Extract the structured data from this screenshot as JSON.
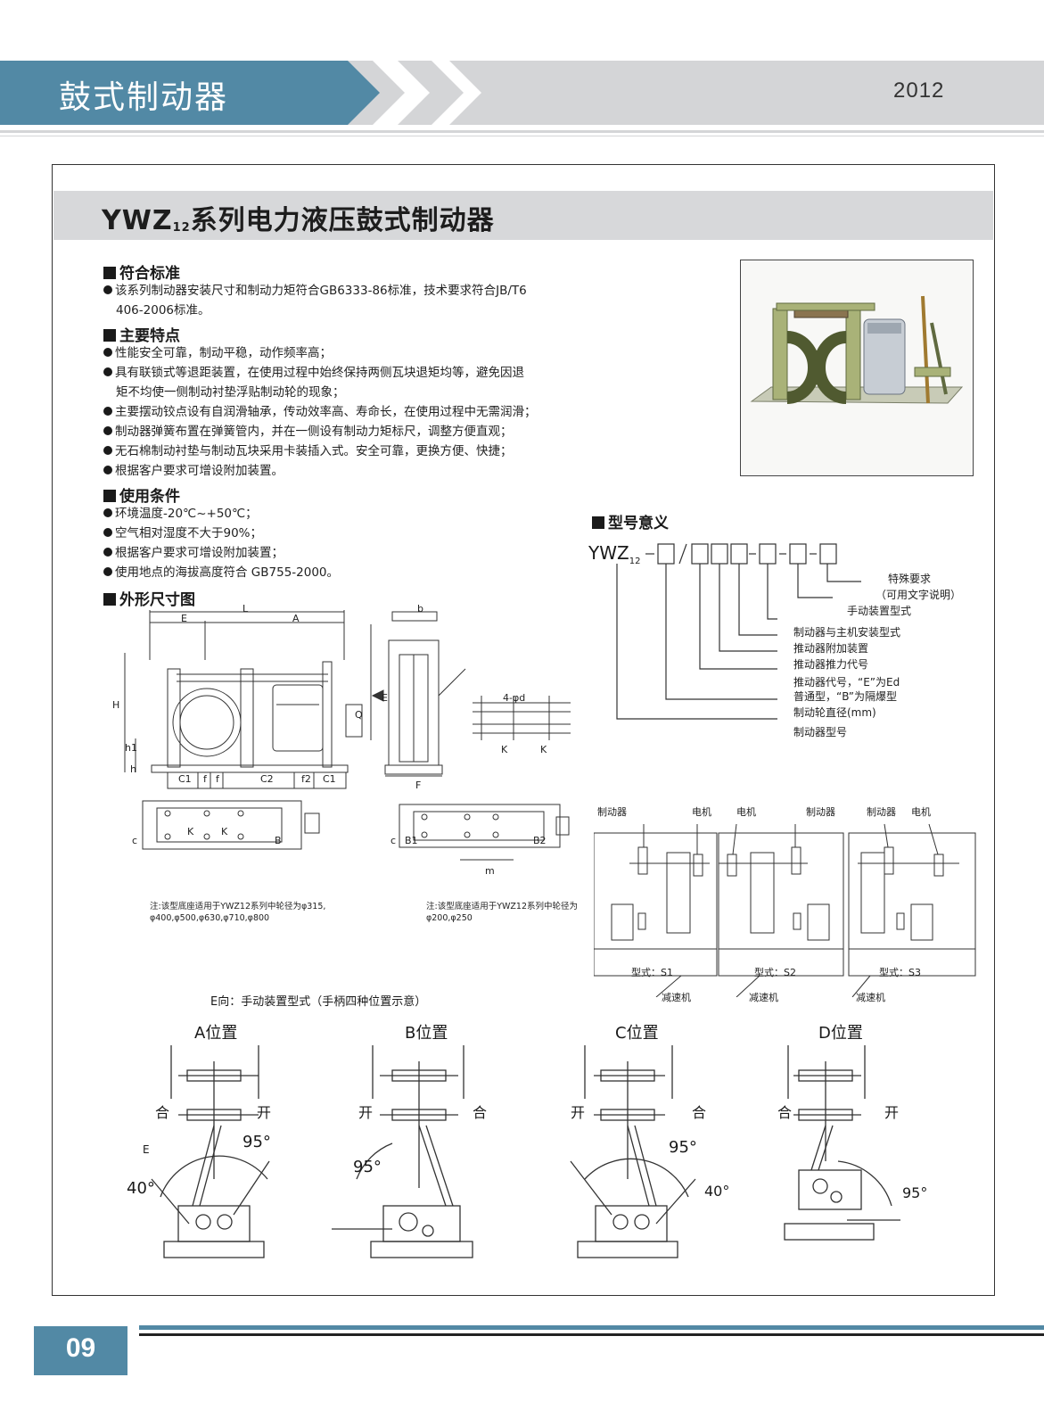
{
  "header": {
    "section_title": "鼓式制动器",
    "year": "2012"
  },
  "title": {
    "prefix": "YWZ",
    "sub": "12",
    "rest": "系列电力液压鼓式制动器"
  },
  "sections": {
    "standard": {
      "heading": "符合标准",
      "items": [
        "该系列制动器安装尺寸和制动力矩符合GB6333-86标准，技术要求符合JB/T6",
        "406-2006标准。"
      ]
    },
    "features": {
      "heading": "主要特点",
      "items": [
        "性能安全可靠，制动平稳，动作频率高；",
        "具有联锁式等退距装置，在使用过程中始终保持两侧瓦块退矩均等，避免因退",
        "矩不均使一侧制动衬垫浮贴制动轮的现象；",
        "主要摆动铰点设有自润滑轴承，传动效率高、寿命长，在使用过程中无需润滑；",
        "制动器弹簧布置在弹簧管内，并在一侧设有制动力矩标尺，调整方便直观；",
        "无石棉制动衬垫与制动瓦块采用卡装插入式。安全可靠，更换方便、快捷；",
        "根据客户要求可增设附加装置。"
      ]
    },
    "conditions": {
      "heading": "使用条件",
      "items": [
        "环境温度-20℃~+50℃；",
        "空气相对湿度不大于90%；",
        "根据客户要求可增设附加装置；",
        "使用地点的海拔高度符合 GB755-2000。"
      ]
    },
    "dimensions": {
      "heading": "外形尺寸图"
    },
    "model": {
      "heading": "型号意义",
      "code_prefix": "YWZ",
      "code_sub": "12",
      "legend": [
        "特殊要求",
        "（可用文字说明）",
        "手动装置型式",
        "制动器与主机安装型式",
        "推动器附加装置",
        "推动器推力代号",
        "推动器代号，“E”为Ed",
        "普通型，“B”为隔爆型",
        "制动轮直径(mm)",
        "制动器型号"
      ]
    }
  },
  "drawing_labels": {
    "main": [
      "E",
      "L",
      "A",
      "b",
      "H",
      "h",
      "h1",
      "Q",
      "C1",
      "f",
      "f",
      "C2",
      "f2",
      "C1",
      "F",
      "K",
      "K",
      "B",
      "c",
      "4-φd",
      "K",
      "K",
      "B1",
      "B2",
      "c",
      "m",
      "E"
    ],
    "note_left": [
      "注:该型底座适用于YWZ12系列中轮径为φ315,",
      "φ400,φ500,φ630,φ710,φ800"
    ],
    "note_right": [
      "注:该型底座适用于YWZ12系列中轮径为",
      "φ200,φ250"
    ]
  },
  "install_types": {
    "top_labels": [
      "制动器",
      "电机",
      "电机",
      "制动器",
      "制动器",
      "电机"
    ],
    "types": [
      "型式：S1",
      "型式：S2",
      "型式：S3"
    ],
    "bottom_labels": [
      "减速机",
      "减速机",
      "减速机"
    ]
  },
  "manual": {
    "caption": "E向：手动装置型式（手柄四种位置示意）",
    "positions": [
      {
        "name": "A位置",
        "left": "合",
        "right": "开",
        "angles": [
          "95°",
          "40°"
        ],
        "extra": "E"
      },
      {
        "name": "B位置",
        "left": "开",
        "right": "合",
        "angles": [
          "95°"
        ]
      },
      {
        "name": "C位置",
        "left": "开",
        "right": "合",
        "angles": [
          "95°",
          "40°"
        ]
      },
      {
        "name": "D位置",
        "left": "合",
        "right": "开",
        "angles": [
          "95°"
        ]
      }
    ]
  },
  "footer": {
    "page_number": "09"
  },
  "colors": {
    "accent": "#5289a5",
    "band": "#d4d5d7",
    "title_bar": "#d7d8da"
  }
}
